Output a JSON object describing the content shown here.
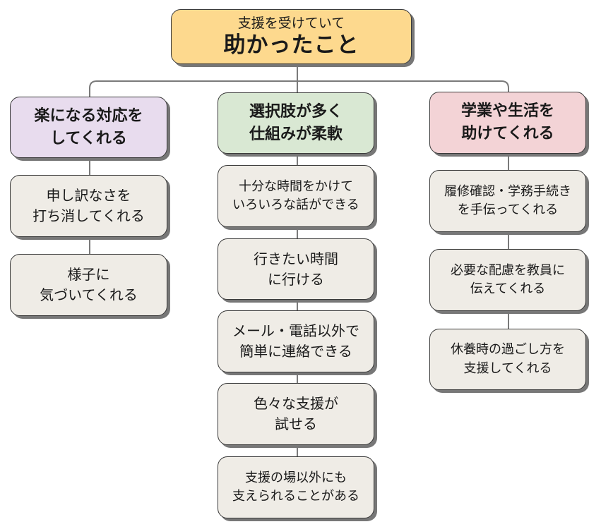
{
  "root": {
    "subtitle": "支援を受けていて",
    "title": "助かったこと",
    "color": "#fdd98e"
  },
  "columns": [
    {
      "category": {
        "lines": [
          "楽になる対応を",
          "してくれる"
        ],
        "color": "#e8dcee"
      },
      "items": [
        {
          "lines": [
            "申し訳なさを",
            "打ち消してくれる"
          ]
        },
        {
          "lines": [
            "様子に",
            "気づいてくれる"
          ]
        }
      ]
    },
    {
      "category": {
        "lines": [
          "選択肢が多く",
          "仕組みが柔軟"
        ],
        "color": "#d9e8d3"
      },
      "items": [
        {
          "lines": [
            "十分な時間をかけて",
            "いろいろな話ができる"
          ]
        },
        {
          "lines": [
            "行きたい時間",
            "に行ける"
          ]
        },
        {
          "lines": [
            "メール・電話以外で",
            "簡単に連絡できる"
          ]
        },
        {
          "lines": [
            "色々な支援が",
            "試せる"
          ]
        },
        {
          "lines": [
            "支援の場以外にも",
            "支えられることがある"
          ]
        }
      ]
    },
    {
      "category": {
        "lines": [
          "学業や生活を",
          "助けてくれる"
        ],
        "color": "#f3d3d6"
      },
      "items": [
        {
          "lines": [
            "履修確認・学務手続き",
            "を手伝ってくれる"
          ]
        },
        {
          "lines": [
            "必要な配慮を教員に",
            "伝えてくれる"
          ]
        },
        {
          "lines": [
            "休養時の過ごし方を",
            "支援してくれる"
          ]
        }
      ]
    }
  ],
  "leaf_color": "#efece6",
  "connector_color": "#7a7a7a"
}
